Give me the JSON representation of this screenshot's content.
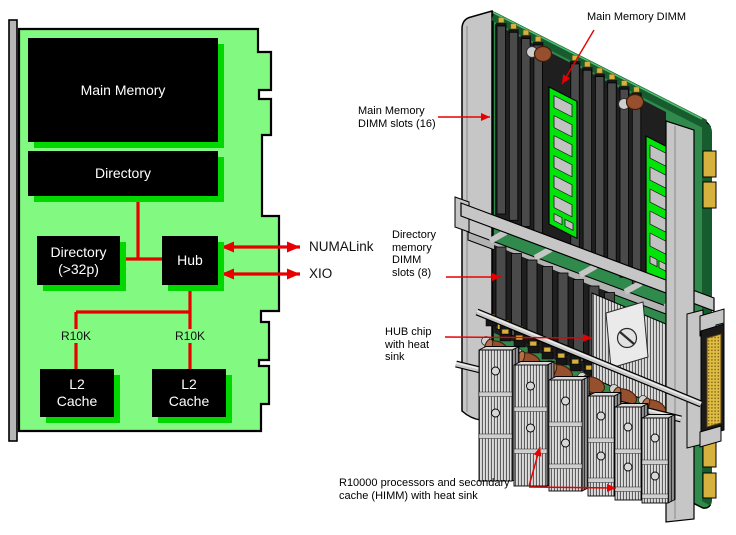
{
  "figure": {
    "block_diagram": {
      "blocks": {
        "main_memory": {
          "label": "Main Memory"
        },
        "directory": {
          "label": "Directory"
        },
        "directory_32p": {
          "label": "Directory\n(>32p)"
        },
        "hub": {
          "label": "Hub"
        },
        "l2_cache_left": {
          "label": "L2\nCache"
        },
        "l2_cache_right": {
          "label": "L2\nCache"
        }
      },
      "bus_labels": {
        "r10k_left": "R10K",
        "r10k_right": "R10K"
      },
      "interface_labels": {
        "numalink": "NUMALink",
        "xio": "XIO"
      },
      "colors": {
        "board": "#82FA82",
        "block_shadow": "#00D800",
        "block_fill": "#000000",
        "block_text": "#FFFFFF",
        "wire": "#E80000",
        "bracket_gray": "#B6B6B6"
      }
    },
    "board_illustration": {
      "callouts": {
        "main_memory_dimm": "Main Memory DIMM",
        "main_memory_dimm_slots": "Main Memory\nDIMM slots (16)",
        "directory_memory_dimm_slots": "Directory\nmemory\nDIMM\nslots (8)",
        "hub_chip": "HUB chip\nwith heat\nsink",
        "r10000_processors": "R10000 processors and secondary\ncache (HIMM) with heat sink"
      },
      "colors": {
        "pcb_green": "#2F8A4C",
        "pcb_edge_green": "#175C2E",
        "dimm_green": "#00E40A",
        "slot_gray": "#4A4A4A",
        "gold": "#D7B13E",
        "capacitor_brown": "#96502E",
        "metal_gray": "#C6C6C6",
        "arrow_red": "#E80000"
      }
    }
  }
}
